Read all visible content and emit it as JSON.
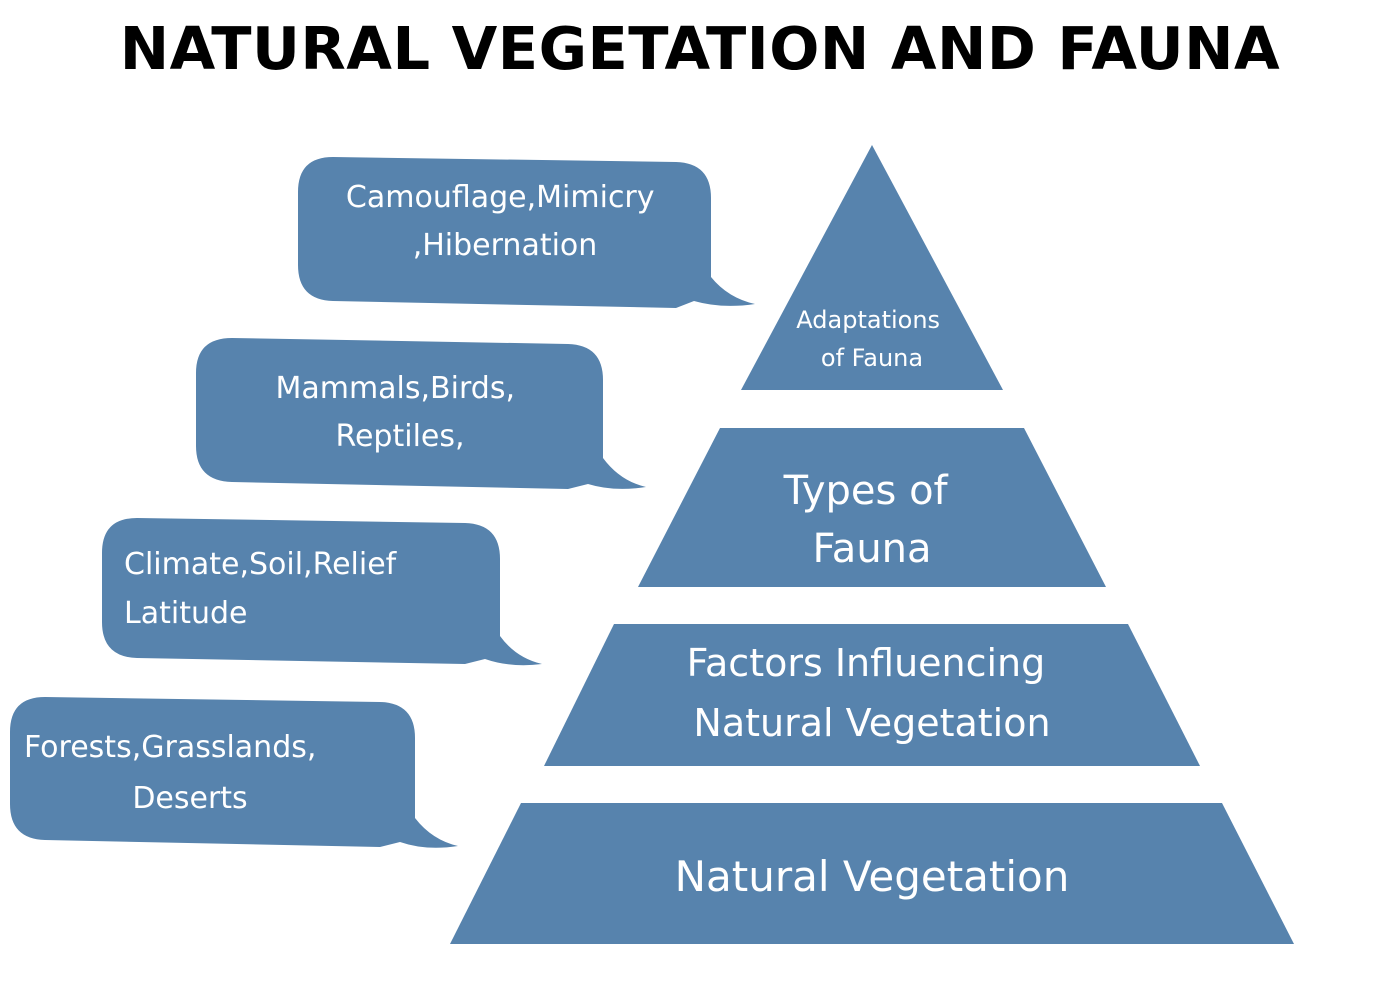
{
  "title": "NATURAL VEGETATION AND FAUNA",
  "colors": {
    "shape_fill": "#5783ad",
    "shape_text": "#ffffff",
    "title_text": "#000000",
    "background": "#ffffff"
  },
  "pyramid": {
    "levels": [
      {
        "lines": [
          "Adaptations",
          "of Fauna"
        ]
      },
      {
        "lines": [
          "Types of",
          "Fauna"
        ]
      },
      {
        "lines": [
          "Factors Influencing",
          "Natural Vegetation"
        ]
      },
      {
        "lines": [
          "Natural Vegetation"
        ]
      }
    ]
  },
  "callouts": [
    {
      "lines": [
        "Camouflage,Mimicry",
        ",Hibernation"
      ]
    },
    {
      "lines": [
        "Mammals,Birds,",
        "Reptiles,"
      ]
    },
    {
      "lines": [
        "Climate,Soil,Relief",
        "Latitude"
      ]
    },
    {
      "lines": [
        "Forests,Grasslands,",
        "Deserts"
      ]
    }
  ]
}
